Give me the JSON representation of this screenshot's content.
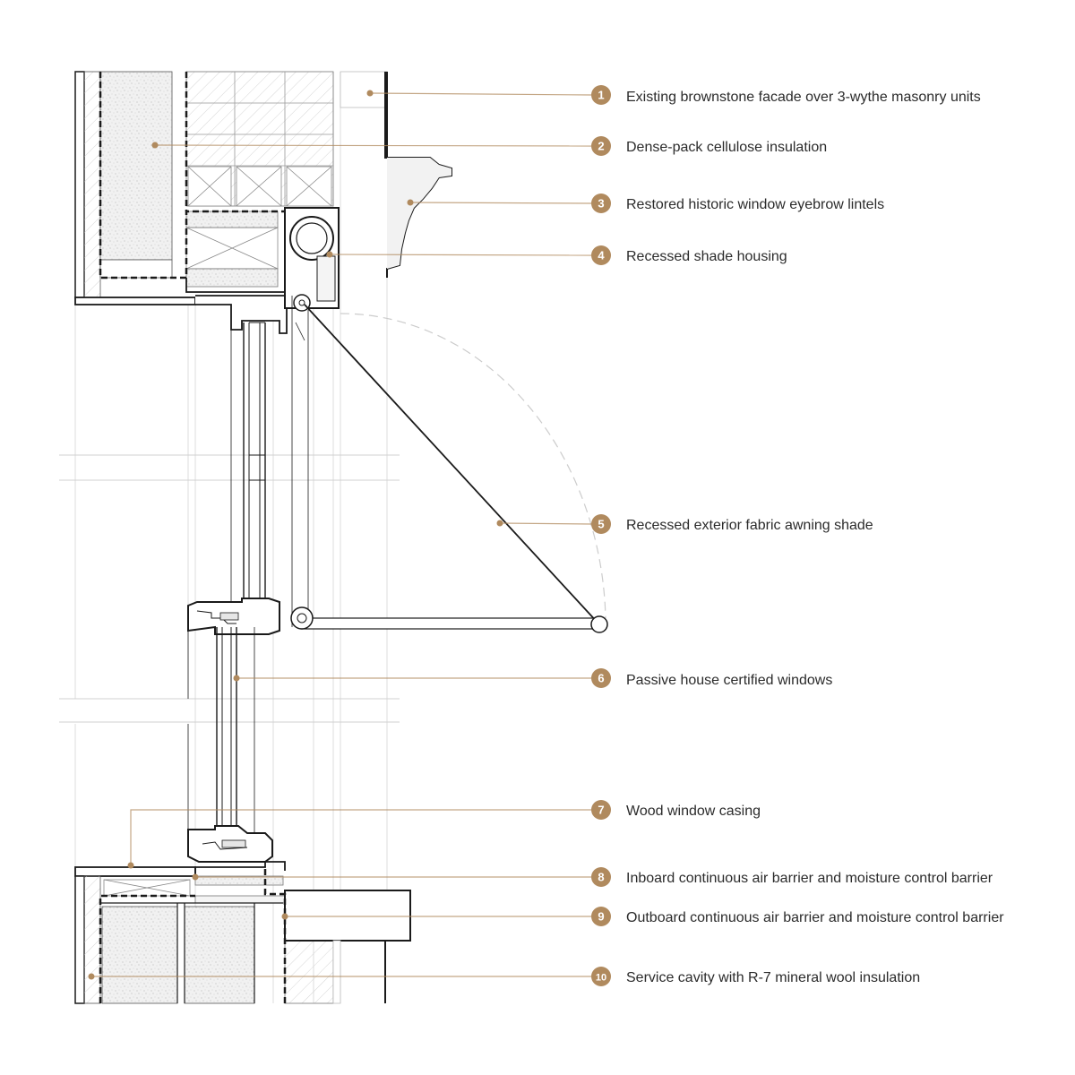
{
  "colors": {
    "accent": "#b08a5e",
    "line": "#1a1a1a",
    "light_line": "#cfcfcf",
    "text": "#2b2b2b",
    "fill_light": "#f4f4f4",
    "insulation": "#eeeeee"
  },
  "callouts": [
    {
      "number": "1",
      "label": "Existing brownstone facade over 3-wythe masonry units"
    },
    {
      "number": "2",
      "label": "Dense-pack cellulose insulation"
    },
    {
      "number": "3",
      "label": "Restored historic window eyebrow lintels"
    },
    {
      "number": "4",
      "label": "Recessed shade housing"
    },
    {
      "number": "5",
      "label": "Recessed exterior fabric awning shade"
    },
    {
      "number": "6",
      "label": "Passive house certified windows"
    },
    {
      "number": "7",
      "label": "Wood window casing"
    },
    {
      "number": "8",
      "label": "Inboard continuous air barrier and moisture control barrier"
    },
    {
      "number": "9",
      "label": "Outboard continuous air barrier and moisture control barrier"
    },
    {
      "number": "10",
      "label": "Service cavity with R-7 mineral wool insulation"
    }
  ]
}
